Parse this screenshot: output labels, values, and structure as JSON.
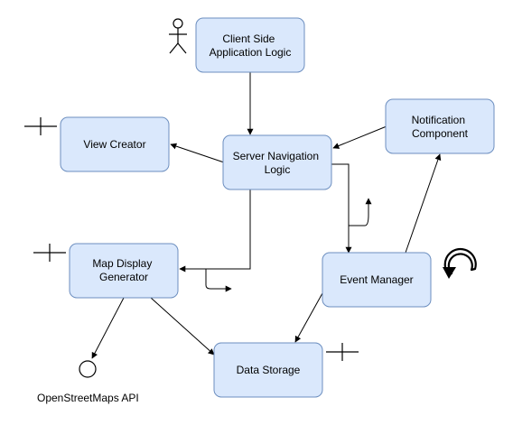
{
  "colors": {
    "node_fill": "#dae8fc",
    "node_stroke": "#6c8ebf",
    "edge": "#000000"
  },
  "nodes": {
    "client_side": {
      "lines": [
        "Client Side",
        "Application Logic"
      ]
    },
    "server_nav": {
      "lines": [
        "Server Navigation",
        "Logic"
      ]
    },
    "view_creator": {
      "lines": [
        "View Creator"
      ]
    },
    "notification": {
      "lines": [
        "Notification",
        "Component"
      ]
    },
    "map_display": {
      "lines": [
        "Map Display",
        "Generator"
      ]
    },
    "event_manager": {
      "lines": [
        "Event Manager"
      ]
    },
    "data_storage": {
      "lines": [
        "Data Storage"
      ]
    }
  },
  "external": {
    "openstreetmaps_label": "OpenStreetMaps API"
  },
  "icons": {
    "actor": "stick-figure-icon",
    "provided_interface": "lollipop-icon",
    "loop": "circular-arrow-icon",
    "port": "port-icon"
  }
}
